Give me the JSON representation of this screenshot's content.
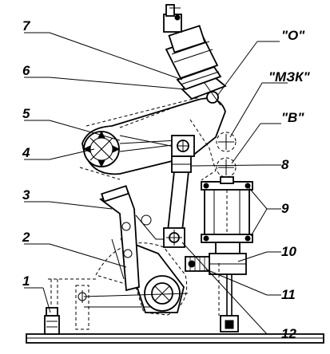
{
  "labels": {
    "n1": "1",
    "n2": "2",
    "n3": "3",
    "n4": "4",
    "n5": "5",
    "n6": "6",
    "n7": "7",
    "n8": "8",
    "n9": "9",
    "n10": "10",
    "n11": "11",
    "n12": "12",
    "o": "\"O\"",
    "mzk": "\"МЗК\"",
    "v": "\"В\""
  }
}
